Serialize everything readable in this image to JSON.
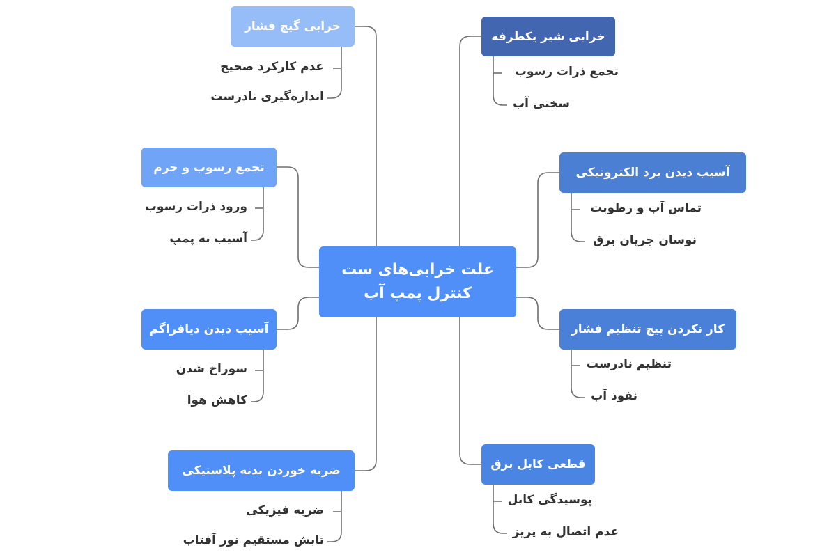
{
  "title": "علت خرابی‌های ست کنترل پمپ آب",
  "central": {
    "line1": "علت خرابی‌های ست",
    "line2": "کنترل پمپ آب",
    "color": "#4f8ff7"
  },
  "branches": [
    {
      "id": "gauge",
      "side": "left",
      "label": "خرابی گیج فشار",
      "color": "#97bdf9",
      "children": [
        "عدم کارکرد صحیح",
        "اندازه‌گیری نادرست"
      ]
    },
    {
      "id": "sediment",
      "side": "left",
      "label": "تجمع رسوب و جرم",
      "color": "#6fa4f7",
      "children": [
        "ورود ذرات رسوب",
        "آسیب به پمپ"
      ]
    },
    {
      "id": "diaphragm",
      "side": "left",
      "label": "آسیب دیدن دیافراگم",
      "color": "#4f8ff7",
      "children": [
        "سوراخ شدن",
        "کاهش هوا"
      ]
    },
    {
      "id": "plastic",
      "side": "left",
      "label": "ضربه خوردن بدنه پلاستیکی",
      "color": "#4f8ff7",
      "children": [
        "ضربه فیزیکی",
        "تابش مستقیم نور آفتاب"
      ]
    },
    {
      "id": "valve",
      "side": "right",
      "label": "خرابی شیر یکطرفه",
      "color": "#4266b0",
      "children": [
        "تجمع ذرات رسوب",
        "سختی آب"
      ]
    },
    {
      "id": "board",
      "side": "right",
      "label": "آسیب دیدن برد الکترونیکی",
      "color": "#4a7fd4",
      "children": [
        "تماس آب و رطوبت",
        "نوسان جریان برق"
      ]
    },
    {
      "id": "screw",
      "side": "right",
      "label": "کار نکردن پیچ تنظیم فشار",
      "color": "#4a80d8",
      "children": [
        "تنظیم نادرست",
        "نفوذ آب"
      ]
    },
    {
      "id": "cable",
      "side": "right",
      "label": "قطعی کابل برق",
      "color": "#4a85e3",
      "children": [
        "پوسیدگی کابل",
        "عدم اتصال به پریز"
      ]
    }
  ],
  "colors": {
    "connector": "#6f6f6f",
    "leaf_text": "#333333",
    "background": "#ffffff"
  }
}
